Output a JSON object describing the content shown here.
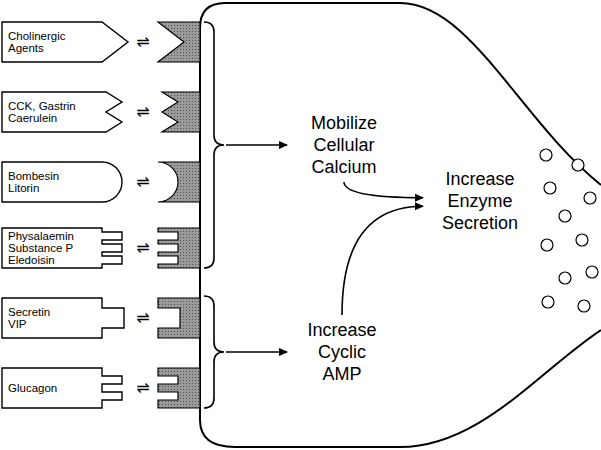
{
  "diagram": {
    "nodes": [
      {
        "text": [
          "Cholinergic Agents"
        ]
      },
      {
        "text": [
          "CCK, Gastrin Caerulein"
        ]
      },
      {
        "text": [
          "Bombesin Litorin"
        ]
      },
      {
        "text": [
          "Physalaemin Substance P Eledoisin"
        ]
      },
      {
        "text": [
          "Secretin VIP"
        ]
      },
      {
        "text": [
          "Glucagon"
        ]
      },
      {
        "text": [
          "Mobilize Cellular Calcium"
        ]
      },
      {
        "text": [
          "Increase Cyclic AMP"
        ]
      },
      {
        "text": [
          "Increase Enzyme Secretion"
        ]
      }
    ],
    "edges": [
      {
        "from": 6,
        "to": 8,
        "arrow": "to"
      },
      {
        "from": 7,
        "to": 8,
        "arrow": "to"
      }
    ],
    "labels": [
      "⇌",
      "⇌",
      "⇌",
      "⇌",
      "⇌",
      "⇌"
    ]
  }
}
